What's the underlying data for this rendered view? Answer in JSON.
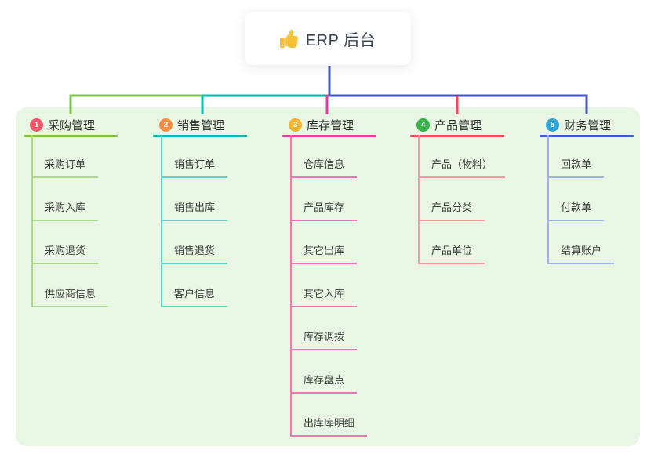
{
  "root": {
    "label": "ERP 后台",
    "icon": "thumbs-up-icon",
    "icon_color": "#f6c035"
  },
  "canvas": {
    "background": "#ffffff",
    "panel_background": "#e9f6e4",
    "trunk_color": "#4459c7"
  },
  "branches": [
    {
      "badge": "1",
      "label": "采购管理",
      "badge_color": "#f4566a",
      "line_color": "#7cc04a",
      "child_line_color": "#aed88f",
      "children": [
        "采购订单",
        "采购入库",
        "采购退货",
        "供应商信息"
      ]
    },
    {
      "badge": "2",
      "label": "销售管理",
      "badge_color": "#f78d43",
      "line_color": "#12b7ab",
      "child_line_color": "#5fd0c5",
      "children": [
        "销售订单",
        "销售出库",
        "销售退货",
        "客户信息"
      ]
    },
    {
      "badge": "3",
      "label": "库存管理",
      "badge_color": "#e23c9d",
      "line_color": "#e23c9d",
      "child_line_color": "#f175b5",
      "badge_color_actual": "#f6b42c",
      "children": [
        "仓库信息",
        "产品库存",
        "其它出库",
        "其它入库",
        "库存调拨",
        "库存盘点",
        "出库库明细"
      ]
    },
    {
      "badge": "4",
      "label": "产品管理",
      "badge_color": "#35b44a",
      "line_color": "#f4495a",
      "child_line_color": "#f9999e",
      "children": [
        "产品（物料）",
        "产品分类",
        "产品单位"
      ]
    },
    {
      "badge": "5",
      "label": "财务管理",
      "badge_color": "#2fa7dc",
      "line_color": "#3f5dc9",
      "child_line_color": "#9fb3e8",
      "children": [
        "回款单",
        "付款单",
        "结算账户"
      ]
    }
  ]
}
